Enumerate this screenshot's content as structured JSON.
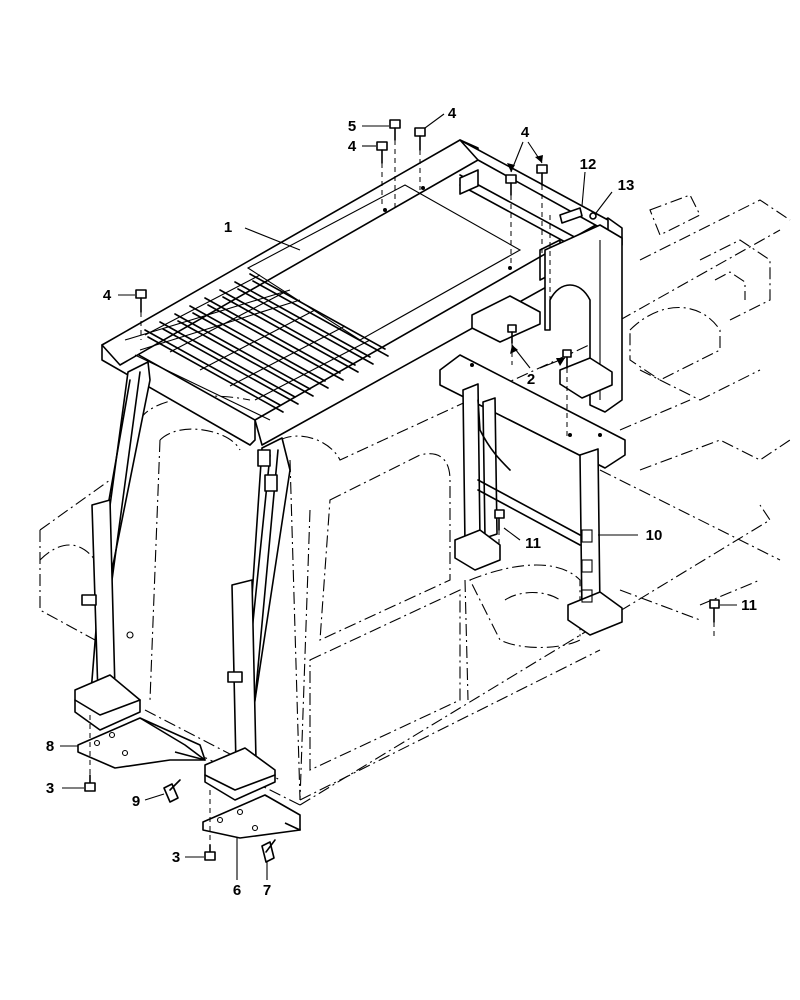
{
  "diagram": {
    "callouts": [
      {
        "id": "c1",
        "label": "1"
      },
      {
        "id": "c2",
        "label": "2"
      },
      {
        "id": "c3a",
        "label": "3"
      },
      {
        "id": "c3b",
        "label": "3"
      },
      {
        "id": "c4a",
        "label": "4"
      },
      {
        "id": "c4b",
        "label": "4"
      },
      {
        "id": "c4c",
        "label": "4"
      },
      {
        "id": "c4d",
        "label": "4"
      },
      {
        "id": "c5",
        "label": "5"
      },
      {
        "id": "c6",
        "label": "6"
      },
      {
        "id": "c7",
        "label": "7"
      },
      {
        "id": "c8",
        "label": "8"
      },
      {
        "id": "c9",
        "label": "9"
      },
      {
        "id": "c10",
        "label": "10"
      },
      {
        "id": "c11a",
        "label": "11"
      },
      {
        "id": "c11b",
        "label": "11"
      },
      {
        "id": "c12",
        "label": "12"
      },
      {
        "id": "c13",
        "label": "13"
      }
    ]
  }
}
